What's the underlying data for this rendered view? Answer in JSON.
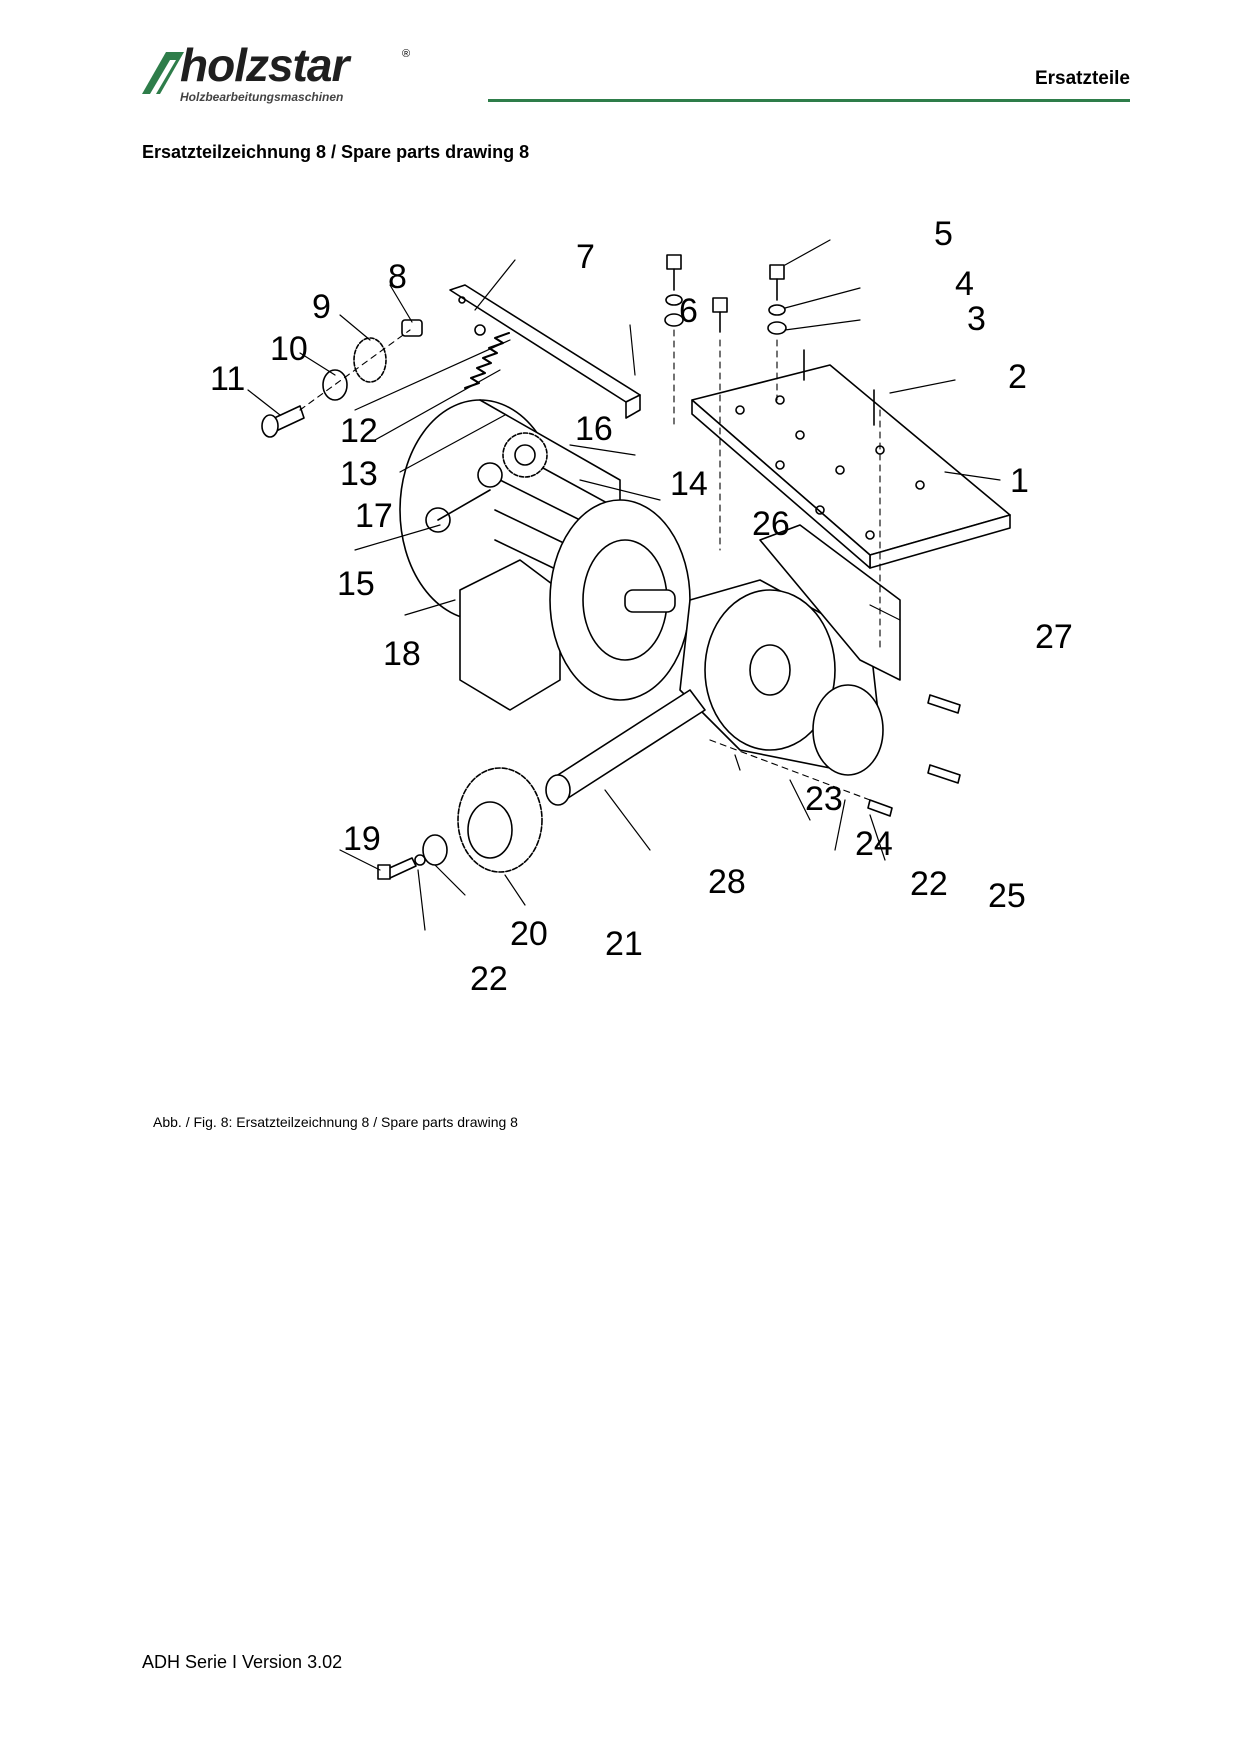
{
  "header": {
    "logo_text": "holzstar",
    "logo_registered": "®",
    "logo_subtitle": "Holzbearbeitungsmaschinen",
    "section_title": "Ersatzteile",
    "brand_color": "#2e7d4a"
  },
  "drawing_title": "Ersatzteilzeichnung 8 / Spare parts drawing 8",
  "callouts": [
    "1",
    "2",
    "3",
    "4",
    "5",
    "6",
    "7",
    "8",
    "9",
    "10",
    "11",
    "12",
    "13",
    "14",
    "15",
    "16",
    "17",
    "18",
    "19",
    "20",
    "21",
    "22",
    "22",
    "23",
    "24",
    "25",
    "26",
    "27",
    "28"
  ],
  "caption": "Abb. / Fig. 8: Ersatzteilzeichnung 8 / Spare parts drawing 8",
  "footer": "ADH Serie I Version 3.02"
}
